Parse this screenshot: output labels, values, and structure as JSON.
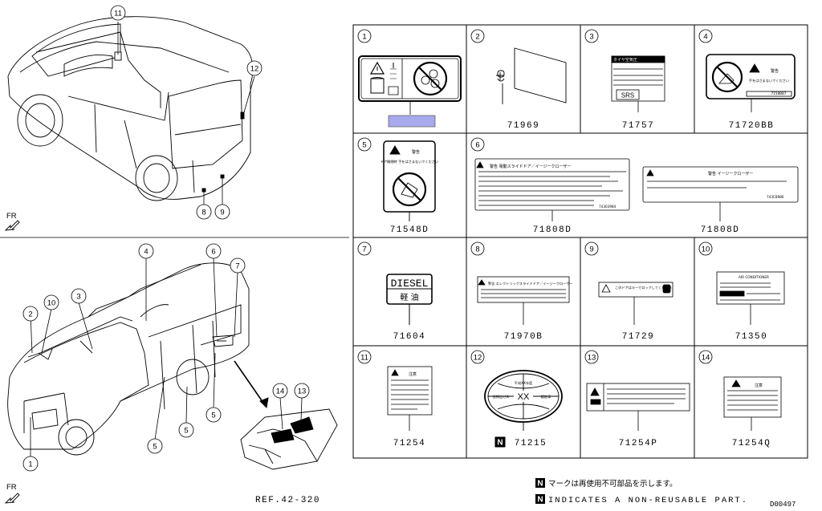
{
  "diagram_id": "D00497",
  "fr_label": "FR",
  "ref_label": "REF.42-320",
  "vehicle_callouts": [
    "1",
    "2",
    "3",
    "4",
    "5",
    "6",
    "7",
    "8",
    "9",
    "10",
    "11",
    "12",
    "13",
    "14"
  ],
  "callout_five": "5",
  "legend": {
    "n_mark": "N",
    "jp_text": "マークは再使用不可部品を示します。",
    "en_text": "INDICATES A NON-REUSABLE PART."
  },
  "cells": [
    {
      "idx": "1",
      "part": "",
      "highlight_color": "#a9a9ee"
    },
    {
      "idx": "2",
      "part": "71969"
    },
    {
      "idx": "3",
      "part": "71757"
    },
    {
      "idx": "4",
      "part": "71720BB"
    },
    {
      "idx": "5",
      "part": "71548D"
    },
    {
      "idx": "6",
      "part": "71808D"
    },
    {
      "idx": "6b",
      "part": "71808D"
    },
    {
      "idx": "7",
      "part": "71604"
    },
    {
      "idx": "8",
      "part": "71970B"
    },
    {
      "idx": "9",
      "part": "71729"
    },
    {
      "idx": "10",
      "part": "71350"
    },
    {
      "idx": "11",
      "part": "71254"
    },
    {
      "idx": "12",
      "part": "71215",
      "non_reusable": true
    },
    {
      "idx": "13",
      "part": "71254P"
    },
    {
      "idx": "14",
      "part": "71254Q"
    }
  ],
  "cell_numbers": [
    "1",
    "2",
    "3",
    "4",
    "5",
    "6",
    "7",
    "8",
    "9",
    "10",
    "11",
    "12",
    "13",
    "14"
  ],
  "label_text": {
    "srs": "SRS",
    "diesel": "DIESEL",
    "diesel_jp": "軽 油",
    "warning_jp": "警告",
    "caution_jp": "注意",
    "tire_code": "7158BB7",
    "warn6a_title": "警告  電動スライドドア／イージークローザー",
    "warn6a_code": "74303984",
    "warn6b_title": "警告  イージークローザー",
    "warn6b_code": "743C8986",
    "warn8_title": "警告 エレクトリックスライドドア／イージークローザー",
    "air_cond": "AIR CONDITIONER",
    "seal_text": "XX",
    "seal_top": "平成XX年度",
    "seal_left": "低排出ガス",
    "seal_right": "認定車",
    "label9_text": "このドアはキーでロックしてください",
    "label5_text": "ドア開閉時 手をはさまないでください",
    "label4_text": "手をはさまないでください",
    "label3_code": "タイヤ空気圧"
  }
}
